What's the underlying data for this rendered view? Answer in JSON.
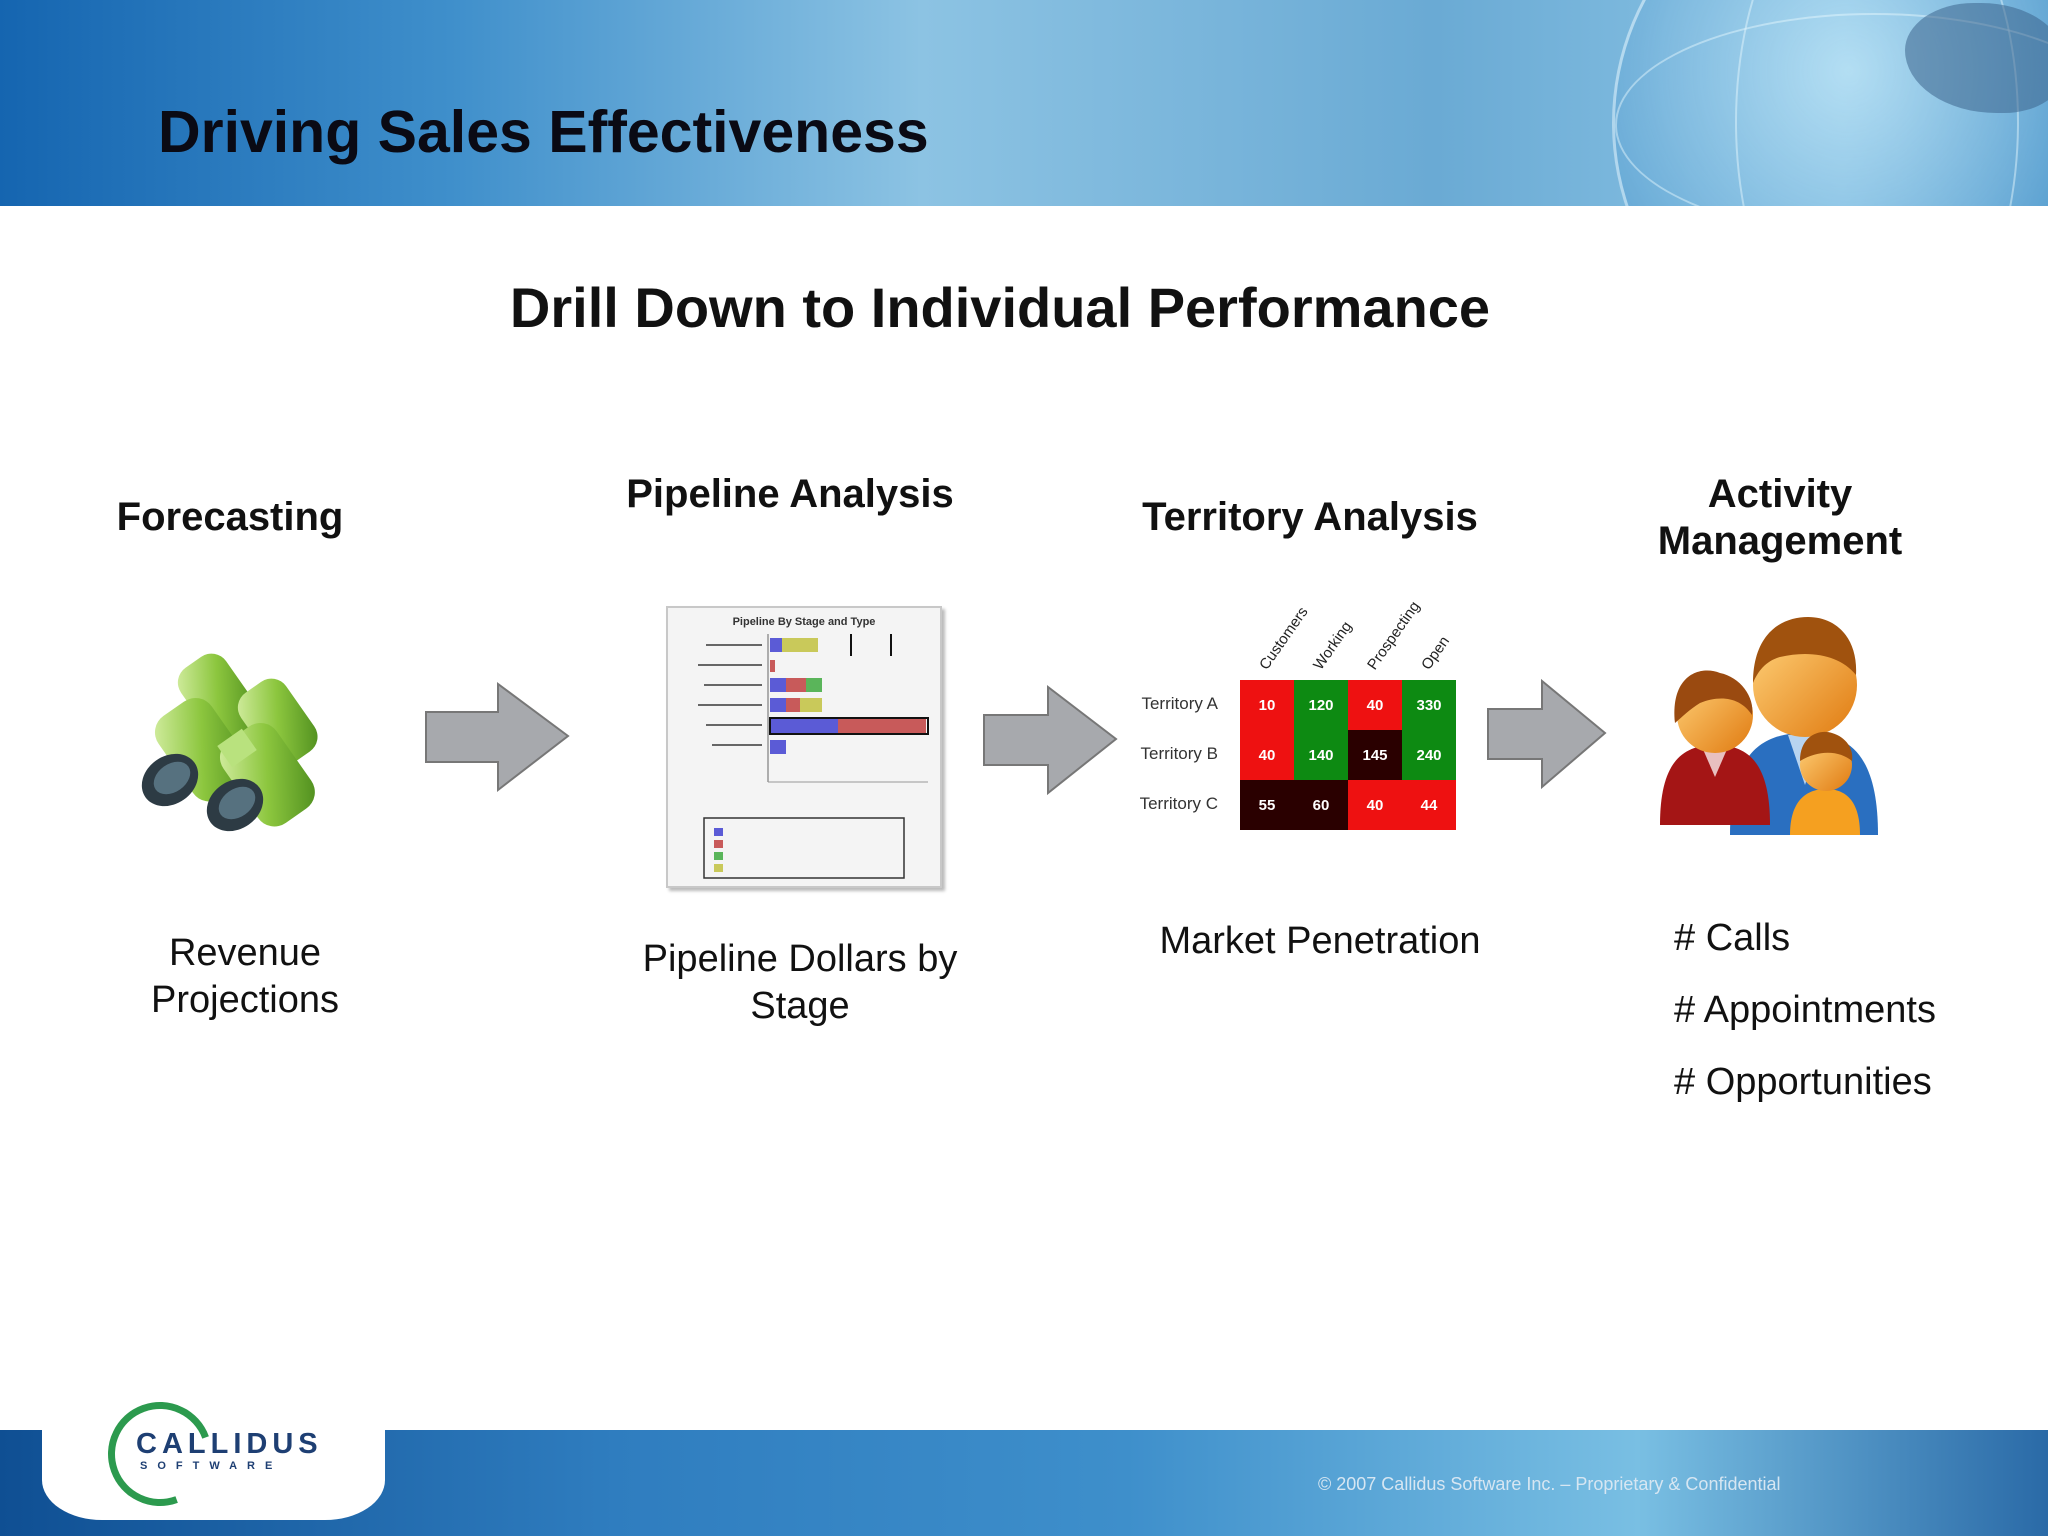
{
  "header": {
    "title": "Driving Sales Effectiveness"
  },
  "subtitle": "Drill Down to Individual Performance",
  "columns": [
    {
      "heading": "Forecasting",
      "icon": "binoculars-icon",
      "caption": "Revenue Projections"
    },
    {
      "heading": "Pipeline Analysis",
      "icon": "pipeline-chart-thumbnail",
      "caption": "Pipeline Dollars by Stage"
    },
    {
      "heading": "Territory Analysis",
      "icon": "territory-heatmap-thumbnail",
      "caption": "Market Penetration"
    },
    {
      "heading": "Activity Management",
      "icon": "people-icon",
      "items": [
        "# Calls",
        "# Appointments",
        "# Opportunities"
      ]
    }
  ],
  "pipeline_chart": {
    "title": "Pipeline By Stage and Type"
  },
  "territory_grid": {
    "columns": [
      "Customers",
      "Working",
      "Prospecting",
      "Open"
    ],
    "rows": [
      {
        "label": "Territory A",
        "cells": [
          "10",
          "120",
          "40",
          "330"
        ],
        "colors": [
          "red",
          "green",
          "red",
          "green"
        ]
      },
      {
        "label": "Territory B",
        "cells": [
          "40",
          "140",
          "145",
          "240"
        ],
        "colors": [
          "red",
          "green",
          "dark",
          "green"
        ]
      },
      {
        "label": "Territory C",
        "cells": [
          "55",
          "60",
          "40",
          "44"
        ],
        "colors": [
          "dark",
          "dark",
          "red",
          "red"
        ]
      }
    ]
  },
  "colors": {
    "red": "#ee1111",
    "green": "#0d8a12",
    "dark": "#2a0000"
  },
  "footer": {
    "logo_name": "CALLIDUS",
    "logo_sub": "SOFTWARE",
    "copyright": "© 2007 Callidus Software Inc. – Proprietary & Confidential"
  }
}
